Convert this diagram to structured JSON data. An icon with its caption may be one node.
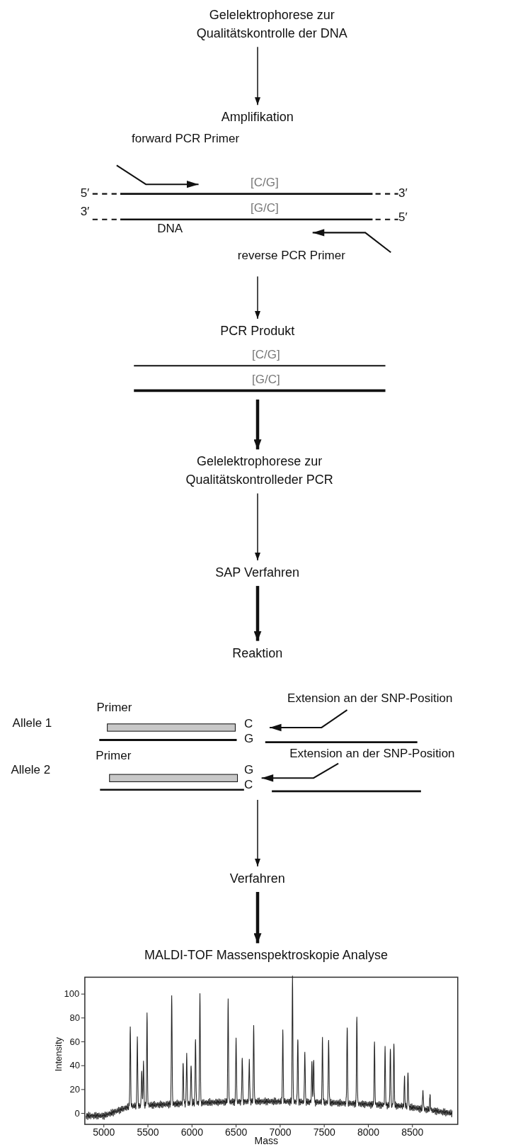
{
  "diagram": {
    "nodes": [
      {
        "text": [
          "Gelelektrophorese zur Qualitätskontrolle der DNA"
        ]
      },
      {
        "text": [
          "Amplifikation"
        ]
      },
      {
        "text": [],
        "shape": "picture"
      },
      {
        "text": [
          "PCR Produkt"
        ]
      },
      {
        "text": [],
        "shape": "picture"
      },
      {
        "text": [
          "Gelelektrophorese zur Qualitätskontrolleder PCR"
        ]
      },
      {
        "text": [
          "SAP Verfahren"
        ]
      },
      {
        "text": [
          "Reaktion"
        ]
      },
      {
        "text": [],
        "shape": "picture"
      },
      {
        "text": [
          "Verfahren"
        ]
      },
      {
        "text": [
          "MALDI-TOF Massenspektroskopie Analyse"
        ]
      }
    ],
    "edges": [
      {
        "from": 0,
        "to": 1,
        "arrow": "to"
      },
      {
        "from": 2,
        "to": 3,
        "arrow": "to"
      },
      {
        "from": 4,
        "to": 5,
        "arrow": "to",
        "style": "thick"
      },
      {
        "from": 5,
        "to": 6,
        "arrow": "to"
      },
      {
        "from": 6,
        "to": 7,
        "arrow": "to",
        "style": "thick"
      },
      {
        "from": 8,
        "to": 9,
        "arrow": "to"
      },
      {
        "from": 9,
        "to": 10,
        "arrow": "to",
        "style": "thick"
      }
    ],
    "labels": [
      "forward PCR Primer",
      "[C/G]",
      "5′",
      "3′",
      "3′",
      "[G/C]",
      "5′",
      "DNA",
      "reverse PCR Primer",
      "[C/G]",
      "[G/C]",
      "Primer",
      "Extension an der SNP-Position",
      "Allele 1",
      "C",
      "G",
      "Primer",
      "Extension an der SNP-Position",
      "Allele 2",
      "G",
      "C",
      "100",
      "80",
      "60",
      "40",
      "20",
      "0",
      "Intensity",
      "5000",
      "5500",
      "6000",
      "6500",
      "7000",
      "7500",
      "8000",
      "8500",
      "Mass"
    ]
  }
}
